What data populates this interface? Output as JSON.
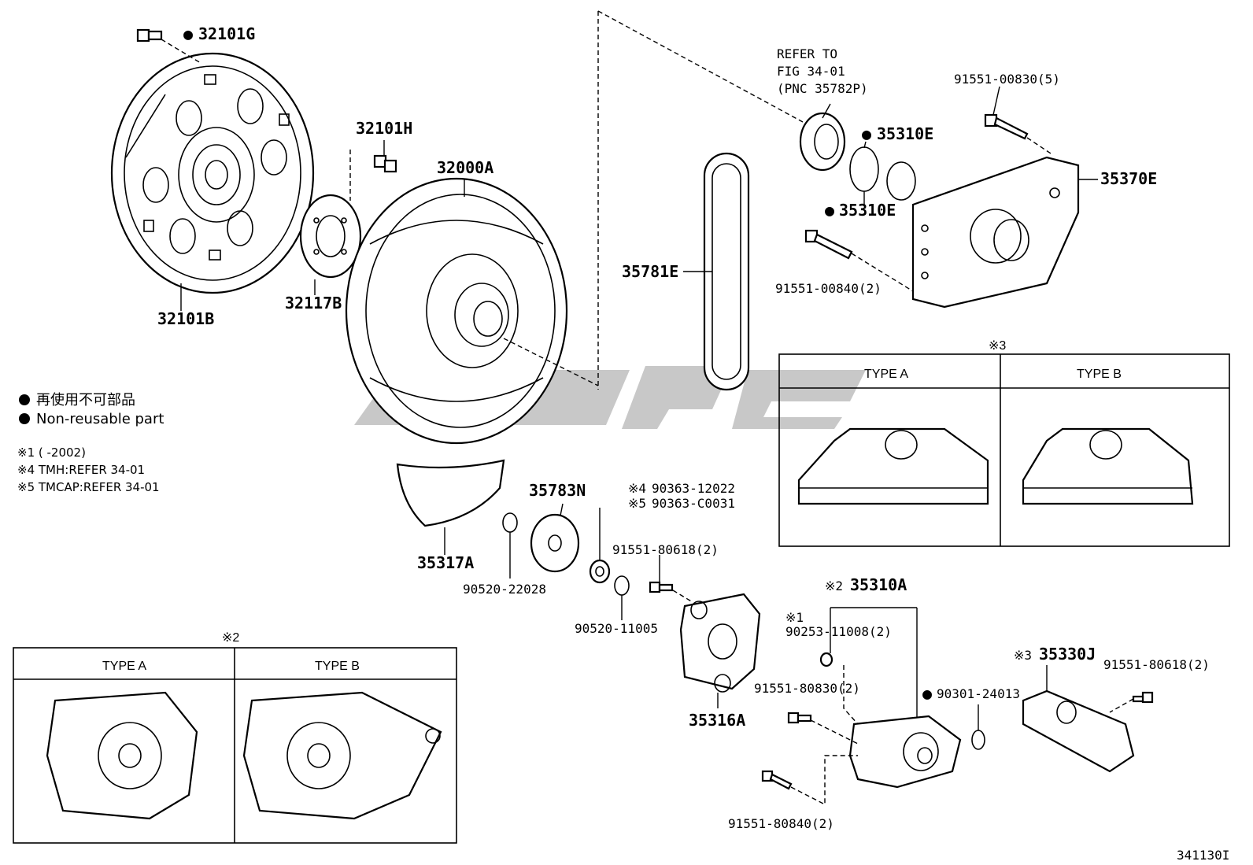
{
  "labels": {
    "p32101G": "32101G",
    "p32101H": "32101H",
    "p32000A": "32000A",
    "p32101B": "32101B",
    "p32117B": "32117B",
    "p35781E": "35781E",
    "refer_line1": "REFER TO",
    "refer_line2": "FIG 34-01",
    "refer_line3": "(PNC 35782P)",
    "p91551_00830": "91551-00830(5)",
    "p35310E_a": "35310E",
    "p35310E_b": "35310E",
    "p35370E": "35370E",
    "p91551_00840": "91551-00840(2)",
    "p35783N": "35783N",
    "p35317A": "35317A",
    "p90520_22028": "90520-22028",
    "p90363_12022": "90363-12022",
    "p90363_C0031": "90363-C0031",
    "p91551_80618_a": "91551-80618(2)",
    "p90520_11005": "90520-11005",
    "p35316A": "35316A",
    "p35310A": "35310A",
    "p90253_11008": "90253-11008(2)",
    "p91551_80830": "91551-80830(2)",
    "p90301_24013": "90301-24013",
    "p35330J": "35330J",
    "p91551_80618_b": "91551-80618(2)",
    "p91551_80840": "91551-80840(2)",
    "figure_code": "341130I"
  },
  "notes": {
    "nonreuse_jp": "再使用不可部品",
    "nonreuse_en": "Non-reusable part",
    "note1": "※1 (       -2002)",
    "note4": "※4 TMH:REFER 34-01",
    "note5": "※5 TMCAP:REFER 34-01"
  },
  "markers": {
    "m1": "※1",
    "m2": "※2",
    "m3": "※3",
    "m4": "※4",
    "m5": "※5",
    "bullet": "●"
  },
  "insets": {
    "left": {
      "marker": "※2",
      "type_a": "TYPE A",
      "type_b": "TYPE B"
    },
    "right": {
      "marker": "※3",
      "type_a": "TYPE A",
      "type_b": "TYPE B"
    }
  },
  "colors": {
    "line": "#000000",
    "background": "#ffffff",
    "watermark": "#9a9a9a"
  }
}
